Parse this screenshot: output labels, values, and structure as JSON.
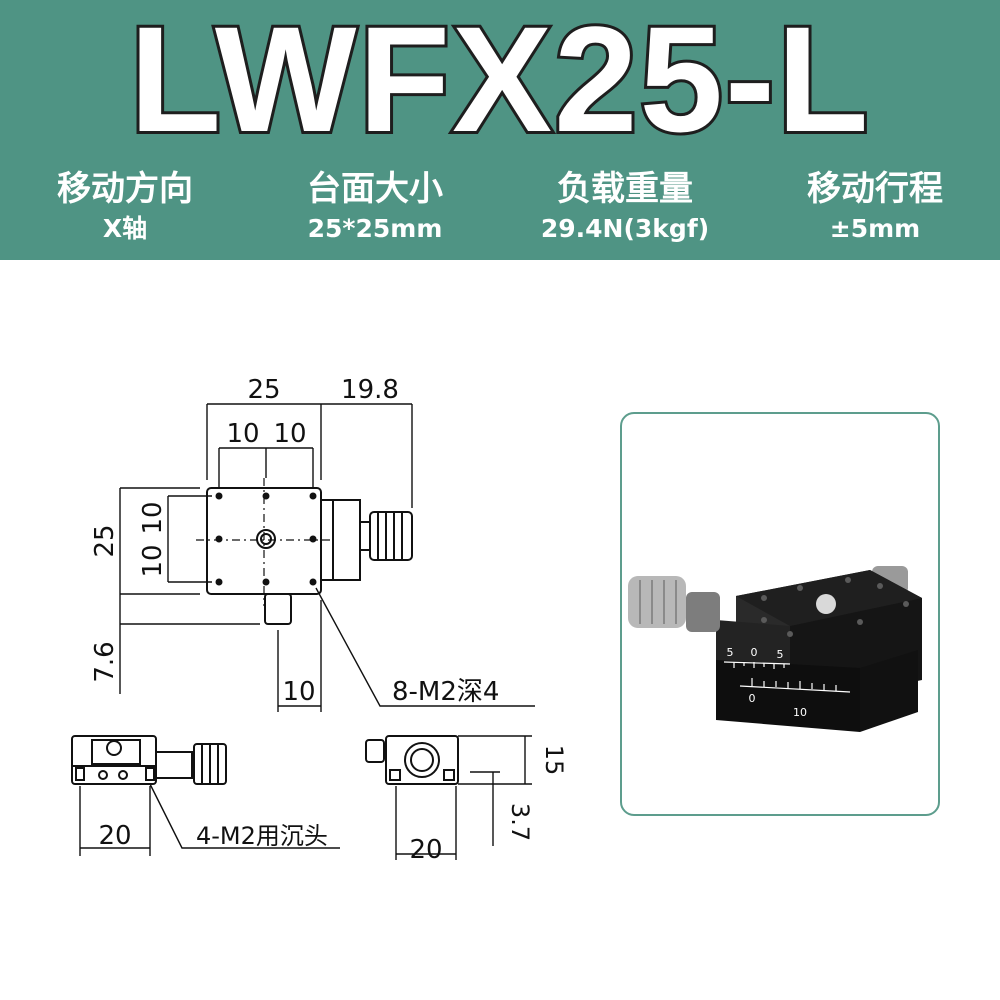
{
  "title": "LWFX25-L",
  "specs": [
    {
      "name": "移动方向",
      "value": "X轴"
    },
    {
      "name": "台面大小",
      "value": "25*25mm"
    },
    {
      "name": "负载重量",
      "value": "29.4N(3kgf)"
    },
    {
      "name": "移动行程",
      "value": "±5mm"
    }
  ],
  "drawing": {
    "dim_25_top": "25",
    "dim_19_8": "19.8",
    "dim_10_a": "10",
    "dim_10_b": "10",
    "dim_25_left": "25",
    "dim_10_c": "10",
    "dim_10_d": "10",
    "dim_7_6": "7.6",
    "dim_10_bottom": "10",
    "callout_holes": "8-M2深4",
    "dim_20_left": "20",
    "callout_countersink": "4-M2用沉头",
    "dim_20_right": "20",
    "dim_15": "15",
    "dim_3_7": "3.7"
  },
  "photo": {
    "scale_top": [
      "5",
      "0",
      "5"
    ],
    "scale_bottom": [
      "0",
      "10"
    ]
  },
  "colors": {
    "banner": "#4f9484",
    "frame": "#5d9d8d",
    "stage": "#1d1d1d"
  }
}
